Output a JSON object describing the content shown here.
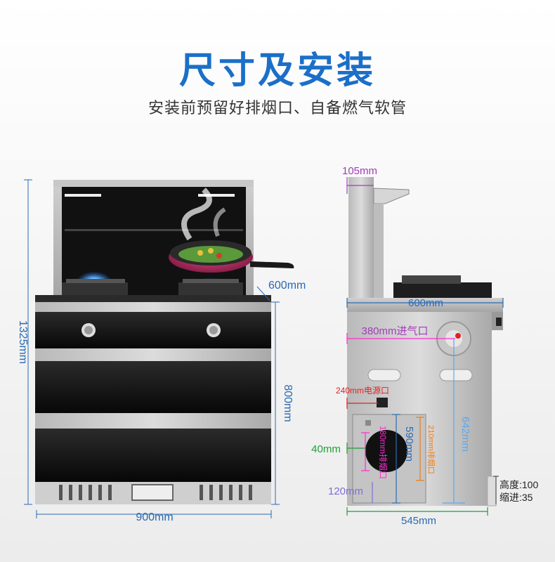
{
  "header": {
    "title": "尺寸及安装",
    "subtitle": "安装前预留好排烟口、自备燃气软管"
  },
  "front_view": {
    "height_label": "1325mm",
    "width_label": "900mm",
    "depth_label": "600mm",
    "cabinet_height_label": "800mm"
  },
  "side_view": {
    "top_offset_label": "105mm",
    "depth_label": "600mm",
    "inlet_label": "380mm进气口",
    "power_label": "240mm电源口",
    "left_40_label": "40mm",
    "vent_label": "180mm排烟口",
    "v590_label": "590mm",
    "v210_label": "210mm排烟口",
    "v642_label": "642mm",
    "v120_label": "120mm",
    "bottom_width_label": "545mm",
    "leg_height_label": "高度:100",
    "leg_recess_label": "缩进:35"
  },
  "colors": {
    "title_blue": "#1b6fc8",
    "dim_blue": "#2a6ab3",
    "purple": "#a23cb8",
    "red": "#e02222",
    "green": "#1f9e3a",
    "orange": "#ee7d14",
    "light_blue": "#5ea8e8",
    "violet": "#7d6fd6",
    "magenta": "#ff2bd6"
  }
}
